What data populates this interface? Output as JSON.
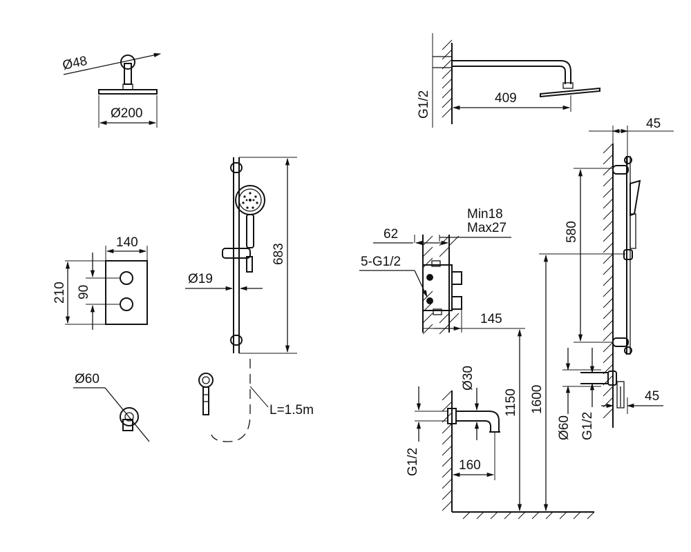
{
  "dimensions": {
    "head_arm_dia": "Ø48",
    "head_dia": "Ø200",
    "arm_length": "409",
    "arm_thread": "G1/2",
    "wall_offset_top": "45",
    "wall_offset_bottom": "45",
    "rail_length": "683",
    "rail_dia": "Ø19",
    "hose_length": "L=1.5m",
    "plate_width": "140",
    "plate_height": "210",
    "handle_spacing": "90",
    "elbow_dia": "Ø60",
    "valve_depth": "62",
    "wall_min": "Min18",
    "wall_max": "Max27",
    "valve_ports": "5-G1/2",
    "valve_protrusion": "145",
    "spout_dia": "Ø30",
    "spout_thread": "G1/2",
    "spout_length": "160",
    "spout_height": "1150",
    "head_height": "1600",
    "rail_spacing": "580",
    "elbow_dia_side": "Ø60",
    "elbow_thread_side": "G1/2"
  }
}
